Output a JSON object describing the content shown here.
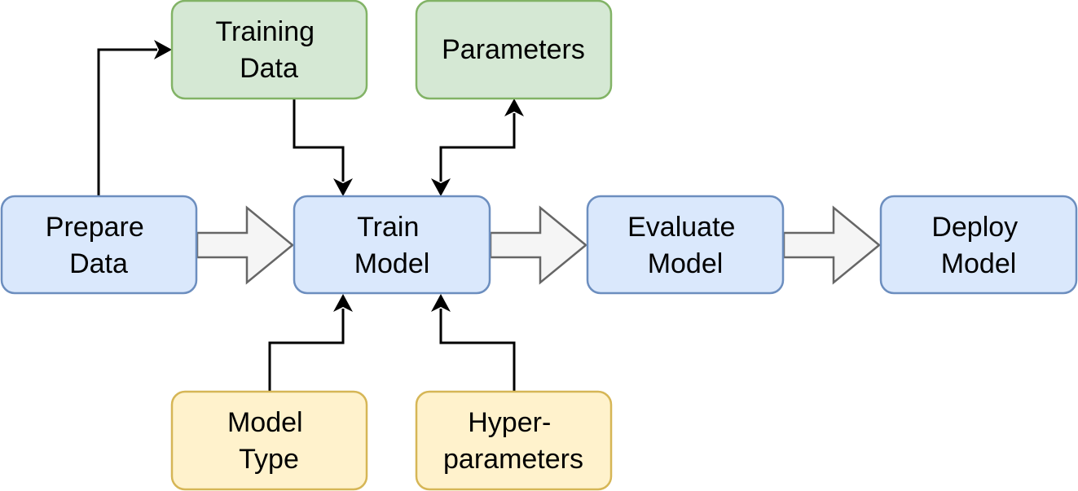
{
  "diagram": {
    "nodes": {
      "prepare_data": {
        "lines": [
          "Prepare",
          "Data"
        ],
        "fill": "#dae8fc",
        "stroke": "#6c8ebf"
      },
      "training_data": {
        "lines": [
          "Training",
          "Data"
        ],
        "fill": "#d5e8d4",
        "stroke": "#82b366"
      },
      "parameters": {
        "lines": [
          "Parameters"
        ],
        "fill": "#d5e8d4",
        "stroke": "#82b366"
      },
      "train_model": {
        "lines": [
          "Train",
          "Model"
        ],
        "fill": "#dae8fc",
        "stroke": "#6c8ebf"
      },
      "evaluate_model": {
        "lines": [
          "Evaluate",
          "Model"
        ],
        "fill": "#dae8fc",
        "stroke": "#6c8ebf"
      },
      "deploy_model": {
        "lines": [
          "Deploy",
          "Model"
        ],
        "fill": "#dae8fc",
        "stroke": "#6c8ebf"
      },
      "model_type": {
        "lines": [
          "Model",
          "Type"
        ],
        "fill": "#fff2cc",
        "stroke": "#d6b656"
      },
      "hyperparameters": {
        "lines": [
          "Hyper-",
          "parameters"
        ],
        "fill": "#fff2cc",
        "stroke": "#d6b656"
      }
    },
    "flow_arrow_colors": {
      "fill": "#f5f5f5",
      "stroke": "#666666"
    },
    "edges": [
      {
        "from": "prepare_data",
        "to": "training_data",
        "style": "connector"
      },
      {
        "from": "training_data",
        "to": "train_model",
        "style": "connector"
      },
      {
        "from": "train_model",
        "to": "parameters",
        "style": "bidirectional"
      },
      {
        "from": "model_type",
        "to": "train_model",
        "style": "connector"
      },
      {
        "from": "hyperparameters",
        "to": "train_model",
        "style": "connector"
      },
      {
        "from": "prepare_data",
        "to": "train_model",
        "style": "block-arrow"
      },
      {
        "from": "train_model",
        "to": "evaluate_model",
        "style": "block-arrow"
      },
      {
        "from": "evaluate_model",
        "to": "deploy_model",
        "style": "block-arrow"
      }
    ]
  }
}
